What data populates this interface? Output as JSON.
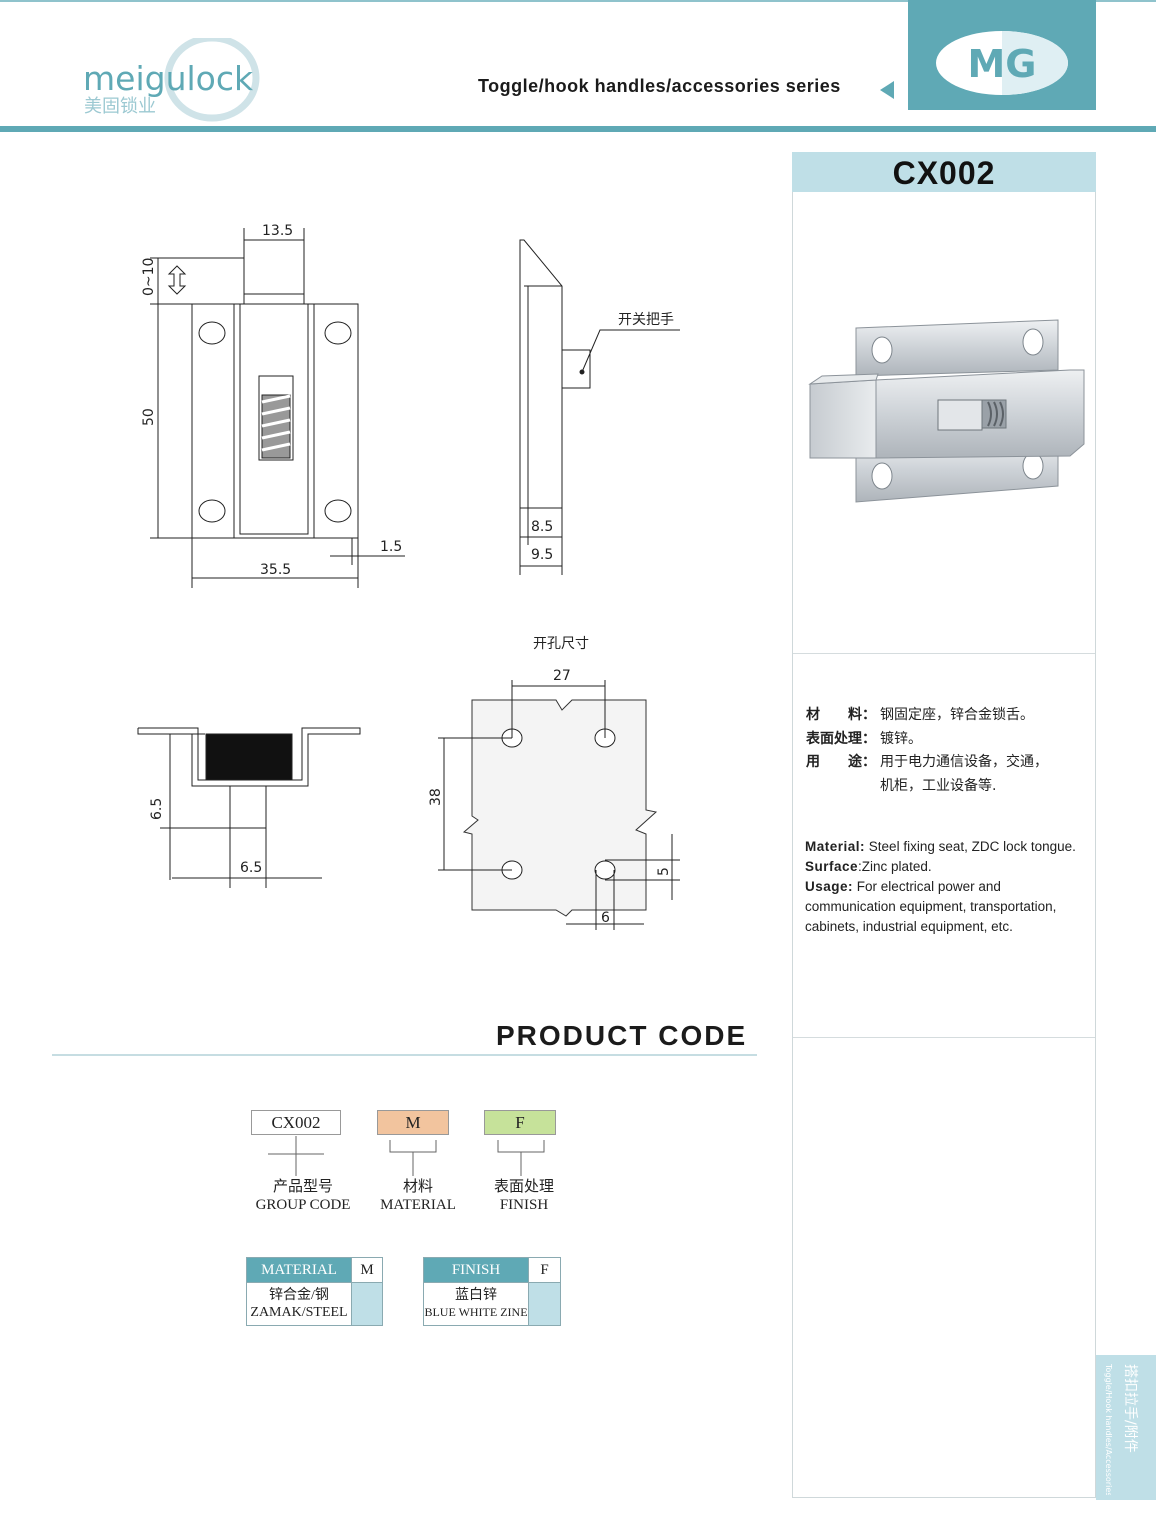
{
  "header": {
    "brand_en": "meigulock",
    "brand_cn": "美固锁业",
    "series": "Toggle/hook handles/accessories series",
    "badge": "MG"
  },
  "product": {
    "code": "CX002",
    "spec_cn": [
      {
        "label": "材　　料：",
        "value": "钢固定座，锌合金锁舌。"
      },
      {
        "label": "表面处理：",
        "value": "镀锌。"
      },
      {
        "label": "用　　途：",
        "value": "用于电力通信设备，交通，"
      },
      {
        "label": "",
        "value": "机柜，工业设备等."
      }
    ],
    "spec_en": {
      "material_label": "Material",
      "material_value": "Steel fixing seat, ZDC lock tongue.",
      "surface_label": "Surface",
      "surface_value": "Zinc plated.",
      "usage_label": "Usage",
      "usage_value": "For electrical power and communication equipment, transportation, cabinets, industrial equipment, etc."
    }
  },
  "drawing": {
    "dims": {
      "top_width": "13.5",
      "travel": "0~10",
      "height": "50",
      "edge": "1.5",
      "width": "35.5",
      "side_a": "8.5",
      "side_b": "9.5",
      "bottom_h": "6.5",
      "bottom_w": "6.5",
      "cut_w": "27",
      "cut_h": "38",
      "cut_y": "5",
      "cut_x": "6"
    },
    "labels": {
      "handle": "开关把手",
      "cutout": "开孔尺寸"
    }
  },
  "product_code": {
    "title": "PRODUCT  CODE",
    "boxes": [
      {
        "text": "CX002",
        "cn": "产品型号",
        "en": "GROUP CODE",
        "color": "#ffffff"
      },
      {
        "text": "M",
        "cn": "材料",
        "en": "MATERIAL",
        "color": "#f2c49e"
      },
      {
        "text": "F",
        "cn": "表面处理",
        "en": "FINISH",
        "color": "#c6e29a"
      }
    ],
    "material_table": {
      "header": "MATERIAL",
      "code": "M",
      "cn": "锌合金/钢",
      "en": "ZAMAK/STEEL"
    },
    "finish_table": {
      "header": "FINISH",
      "code": "F",
      "cn": "蓝白锌",
      "en": "BLUE WHITE ZINE"
    }
  },
  "side_tab": {
    "cn": "搭扣拉手/附件",
    "en": "Toggle/Hook handles/Accessories"
  },
  "colors": {
    "accent": "#5fa9b5",
    "light": "#bfdfe7"
  }
}
